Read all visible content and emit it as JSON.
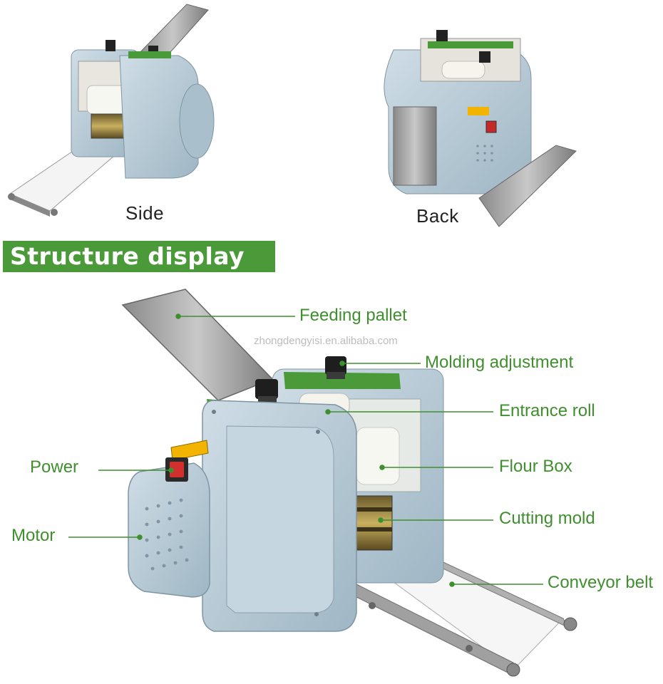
{
  "captions": {
    "side": "Side",
    "back": "Back"
  },
  "banner": {
    "title": "Structure display",
    "color": "#4b9a39"
  },
  "watermark": "zhongdengyisi.en.alibaba.com",
  "labels": {
    "feeding_pallet": "Feeding pallet",
    "molding_adjustment": "Molding adjustment",
    "entrance_roll": "Entrance roll",
    "flour_box": "Flour Box",
    "cutting_mold": "Cutting mold",
    "conveyor_belt": "Conveyor belt",
    "power": "Power",
    "motor": "Motor"
  },
  "colors": {
    "label_green": "#3f8f2e",
    "machine_body": "#b8ccd8",
    "steel": "#9a9a9a"
  }
}
